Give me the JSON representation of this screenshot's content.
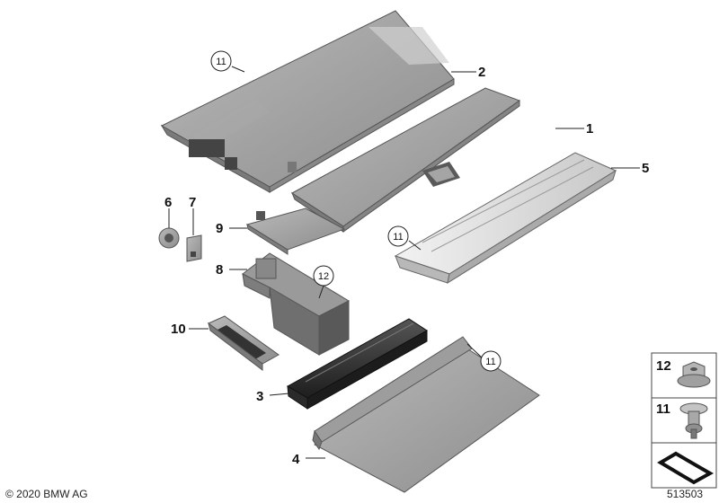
{
  "diagram": {
    "callouts": {
      "p1": "1",
      "p2": "2",
      "p3": "3",
      "p4": "4",
      "p5": "5",
      "p6": "6",
      "p7": "7",
      "p8": "8",
      "p9": "9",
      "p10": "10",
      "c11a": "11",
      "c11b": "11",
      "c11c": "11",
      "c12": "12"
    },
    "legend": {
      "item12": "12",
      "item11": "11"
    },
    "footer": {
      "copyright": "© 2020 BMW AG",
      "diagram_number": "513503"
    }
  }
}
